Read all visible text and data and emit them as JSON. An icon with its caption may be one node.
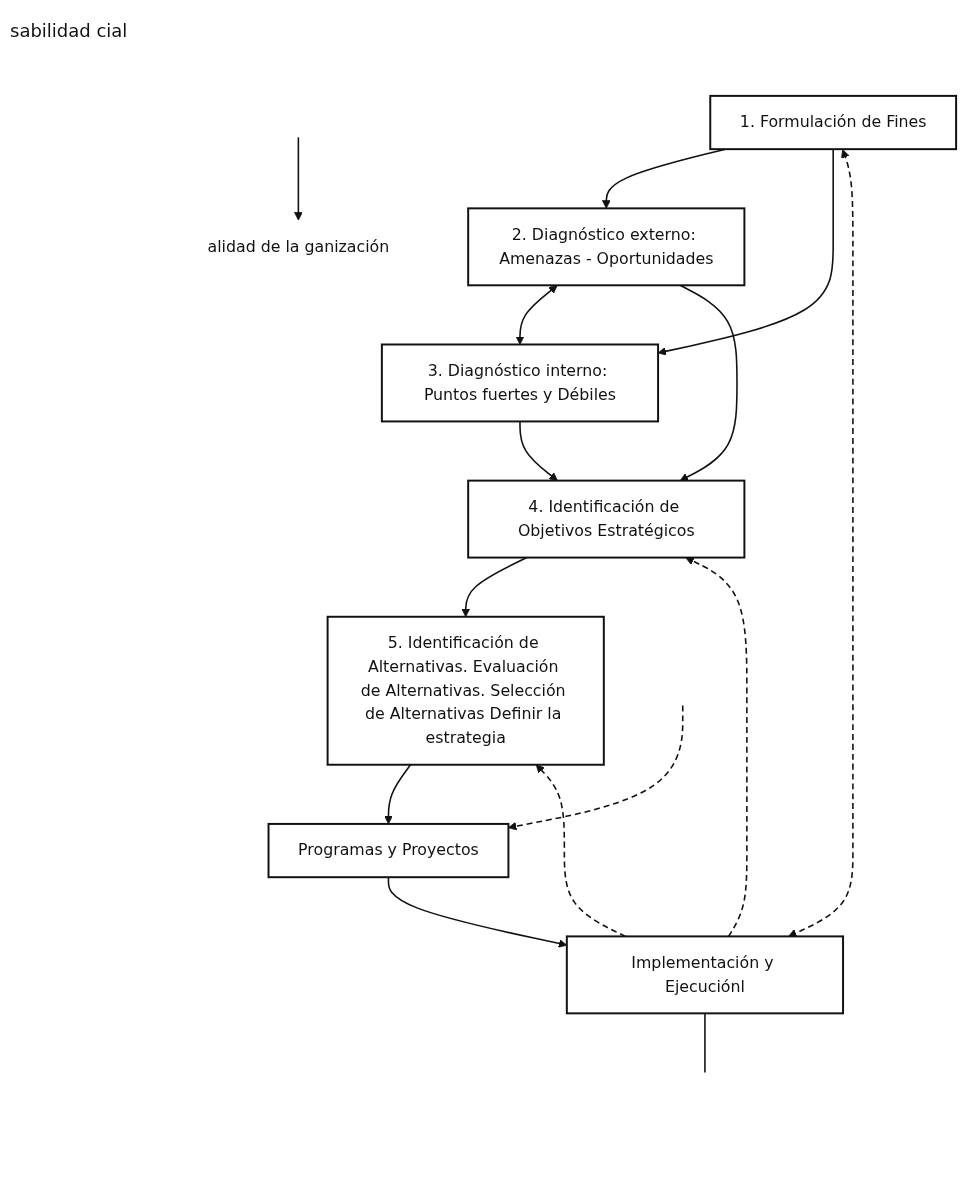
{
  "diagram": {
    "nodes": [
      {
        "text": [
          "alidad de la ganización"
        ]
      },
      {
        "text": [
          "1. Formulación de Fines"
        ]
      },
      {
        "text": [
          "2. Diagnóstico externo: Amenazas - Oportunidades"
        ]
      },
      {
        "text": [
          "3. Diagnóstico interno: Puntos fuertes y Débiles"
        ]
      },
      {
        "text": [
          "4. Identificación de Objetivos Estratégicos"
        ]
      },
      {
        "text": [
          "5. Identificación de Alternativas. Evaluación de Alternativas. Selección de Alternativas Definir la estrategia"
        ]
      },
      {
        "text": [
          "Programas y Proyectos"
        ]
      },
      {
        "text": [
          "Implementación y Ejecuciónl"
        ]
      }
    ],
    "edges": [
      {
        "from": null,
        "to": 0,
        "arrow": "to"
      },
      {
        "from": 1,
        "to": 2,
        "arrow": "to"
      },
      {
        "from": 1,
        "to": 3,
        "arrow": "to"
      },
      {
        "from": 2,
        "to": 3,
        "arrow": "both"
      },
      {
        "from": 2,
        "to": 4,
        "arrow": "to"
      },
      {
        "from": 3,
        "to": 4,
        "arrow": "to"
      },
      {
        "from": 4,
        "to": 5,
        "arrow": "to"
      },
      {
        "from": 5,
        "to": 6,
        "arrow": "to"
      },
      {
        "from": 6,
        "to": 7,
        "arrow": "to"
      },
      {
        "from": 1,
        "to": 7,
        "arrow": "both",
        "style": "dashed"
      },
      {
        "from": 7,
        "to": 4,
        "arrow": "to",
        "style": "dashed"
      },
      {
        "from": 7,
        "to": 5,
        "arrow": "to",
        "style": "dashed"
      },
      {
        "from": null,
        "to": 6,
        "arrow": "to",
        "style": "dashed"
      },
      {
        "from": 7,
        "to": null,
        "arrow": "none"
      }
    ],
    "labels": [
      "sabilidad cial"
    ]
  }
}
